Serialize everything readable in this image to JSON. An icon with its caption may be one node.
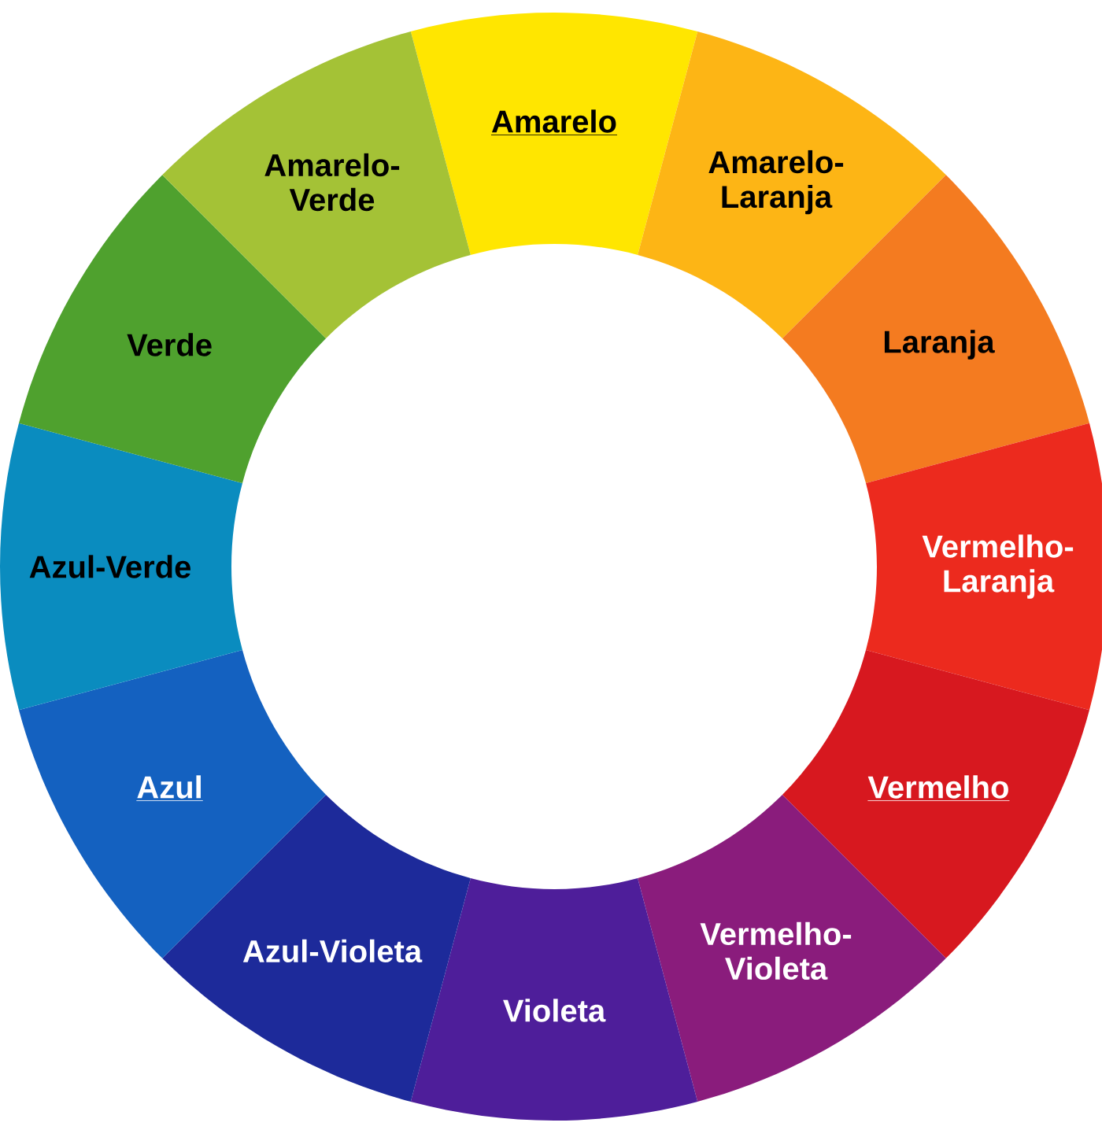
{
  "diagram": {
    "nodes": [
      {
        "text": [
          "Amarelo"
        ]
      },
      {
        "text": [
          "Amarelo-Laranja"
        ]
      },
      {
        "text": [
          "Laranja"
        ]
      },
      {
        "text": [
          "Vermelho-Laranja"
        ]
      },
      {
        "text": [
          "Vermelho"
        ]
      },
      {
        "text": [
          "Vermelho-Violeta"
        ]
      },
      {
        "text": [
          "Violeta"
        ]
      },
      {
        "text": [
          "Azul-Violeta"
        ]
      },
      {
        "text": [
          "Azul"
        ]
      },
      {
        "text": [
          "Azul-Verde"
        ]
      },
      {
        "text": [
          "Verde"
        ]
      },
      {
        "text": [
          "Amarelo-Verde"
        ]
      }
    ]
  }
}
